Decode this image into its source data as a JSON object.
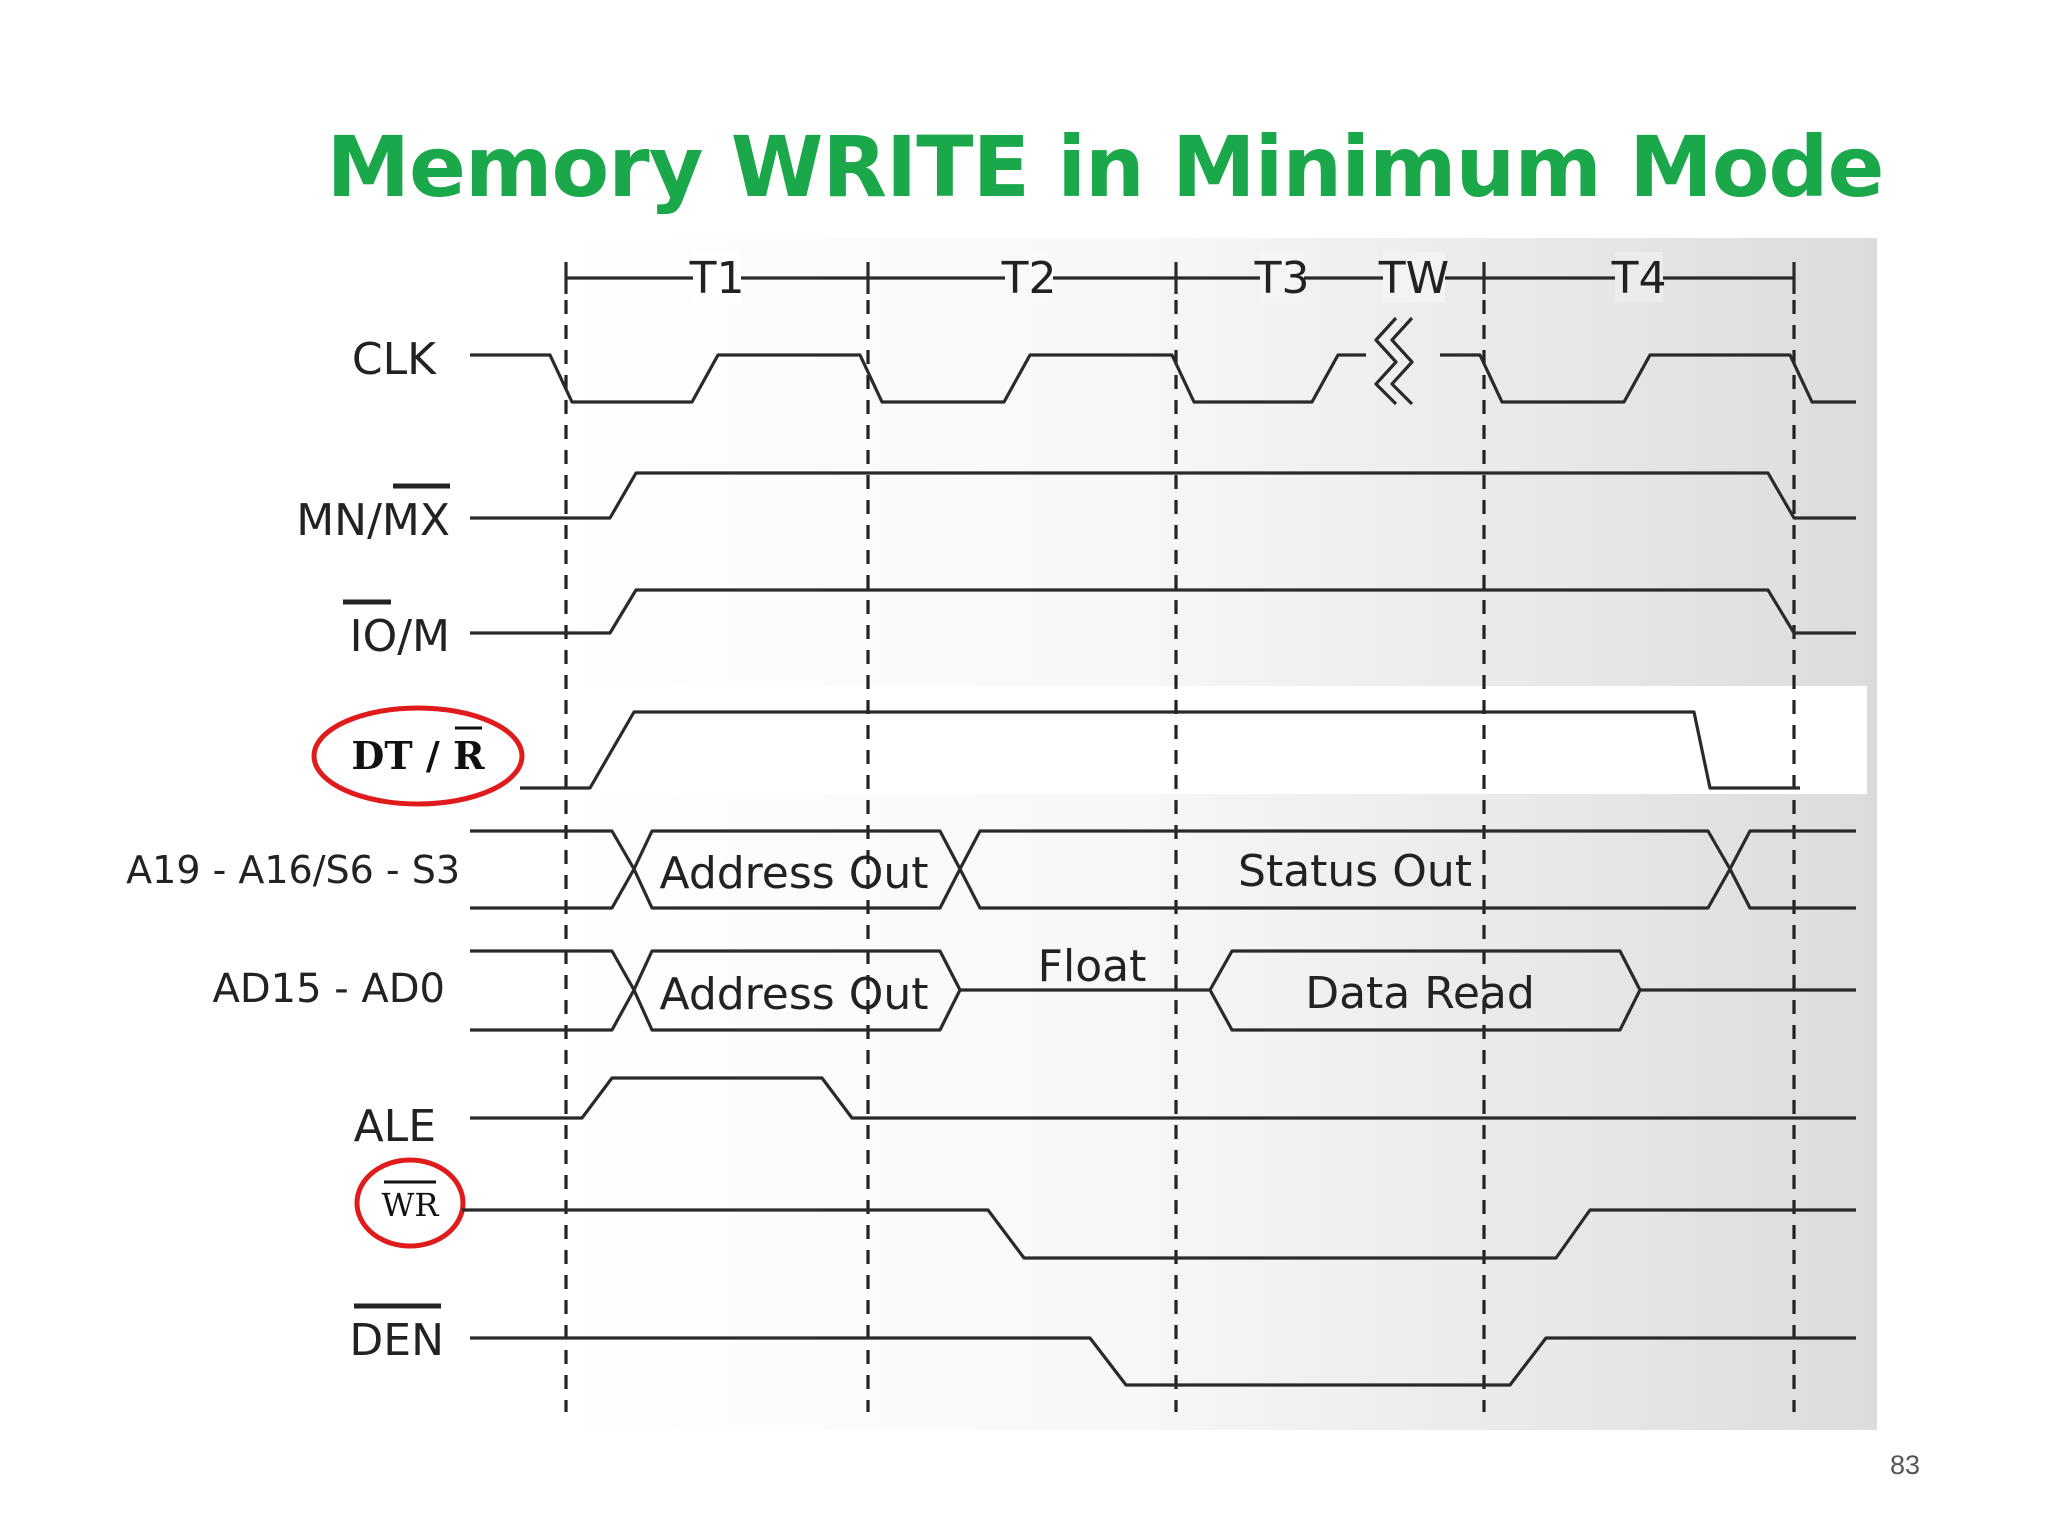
{
  "title": "Memory WRITE in Minimum Mode",
  "page_number": "83",
  "periods": [
    "T1",
    "T2",
    "T3",
    "TW",
    "T4"
  ],
  "signals": {
    "clk": "CLK",
    "mnmx": "MN/MX",
    "iom": "IO/M",
    "dtr": "DT / R",
    "addr_high": "A19 - A16/S6 - S3",
    "ad_low": "AD15 - AD0",
    "ale": "ALE",
    "wr": "WR",
    "den": "DEN"
  },
  "bus_labels": {
    "address_out_1": "Address Out",
    "status_out": "Status Out",
    "address_out_2": "Address Out",
    "float": "Float",
    "data_read": "Data Read"
  },
  "colors": {
    "title": "#1aa84a",
    "highlight_circle": "#e01b1b",
    "lines": "#2a2a2a"
  }
}
